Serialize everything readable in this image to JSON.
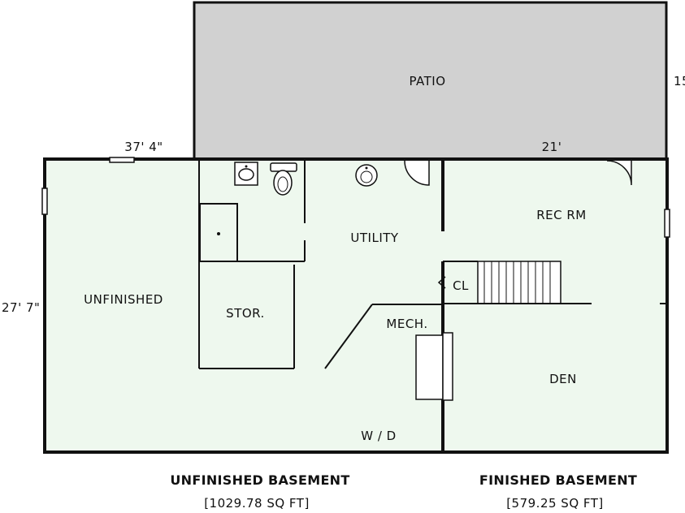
{
  "rooms": {
    "patio": "PATIO",
    "unfinished": "UNFINISHED",
    "storage": "STOR.",
    "utility": "UTILITY",
    "mechanical": "MECH.",
    "closet": "CL",
    "rec_room": "REC RM",
    "den": "DEN",
    "washer_dryer": "W / D"
  },
  "dimensions": {
    "width_unfinished": "37' 4\"",
    "depth": "27' 7\"",
    "width_finished": "21'",
    "patio_side": "15"
  },
  "captions": {
    "unfinished_title": "UNFINISHED BASEMENT",
    "unfinished_area": "[1029.78 SQ FT]",
    "finished_title": "FINISHED BASEMENT",
    "finished_area": "[579.25 SQ FT]"
  },
  "colors": {
    "patio_fill": "#d1d1d1",
    "room_fill": "#eef8ee",
    "wall": "#111111"
  }
}
